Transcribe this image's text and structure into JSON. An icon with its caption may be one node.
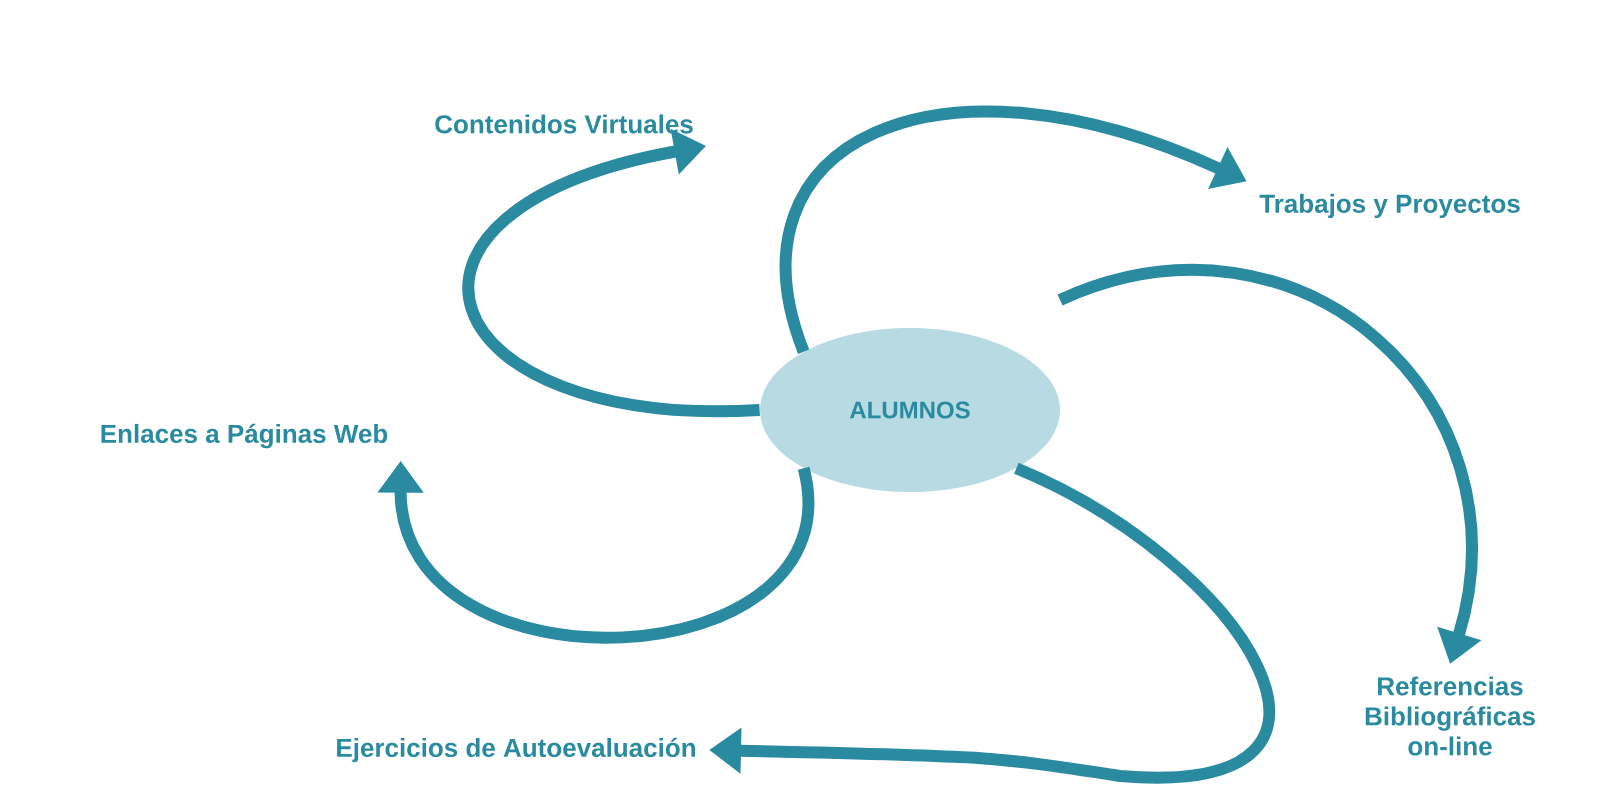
{
  "diagram": {
    "nodes": [
      {
        "text": [
          "ALUMNOS"
        ]
      },
      {
        "text": [
          "Contenidos Virtuales"
        ]
      },
      {
        "text": [
          "Trabajos y Proyectos"
        ]
      },
      {
        "text": [
          "Referencias Bibliográficas on-line"
        ]
      },
      {
        "text": [
          "Ejercicios de Autoevaluación"
        ]
      },
      {
        "text": [
          "Enlaces a Páginas Web"
        ]
      }
    ],
    "edges": [
      {
        "from": 0,
        "to": 1,
        "arrow": "to"
      },
      {
        "from": 0,
        "to": 2,
        "arrow": "to"
      },
      {
        "from": null,
        "to": 3,
        "arrow": "to"
      },
      {
        "from": 0,
        "to": 4,
        "arrow": "to"
      },
      {
        "from": 0,
        "to": 5,
        "arrow": "to"
      }
    ]
  }
}
